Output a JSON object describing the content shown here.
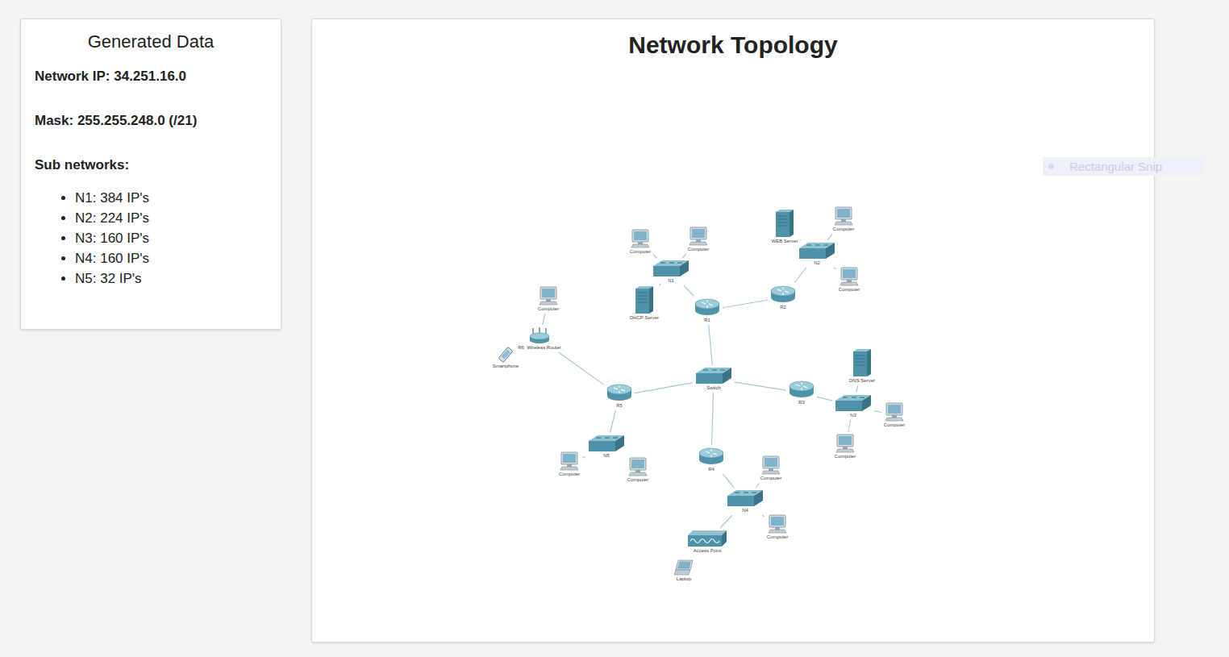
{
  "diagram": {
    "nodes": [
      {
        "text": [
          "Generated Data",
          "Network IP: 34.251.16.0",
          "Mask: 255.255.248.0 (/21)",
          "Sub networks:",
          "N1: 384 IP's",
          "N2: 224 IP's",
          "N3: 160 IP's",
          "N4: 160 IP's",
          "N5: 32 IP's"
        ]
      },
      {
        "text": [
          "Network Topology"
        ]
      },
      {
        "text": [
          "Computer"
        ],
        "in": 1
      },
      {
        "text": [
          "Computer"
        ],
        "in": 1
      },
      {
        "text": [
          "N1"
        ],
        "in": 1
      },
      {
        "text": [
          "DHCP Server"
        ],
        "in": 1
      },
      {
        "text": [
          "R1"
        ],
        "in": 1
      },
      {
        "text": [
          "WEB Server"
        ],
        "in": 1
      },
      {
        "text": [
          "Computer"
        ],
        "in": 1
      },
      {
        "text": [
          "N2"
        ],
        "in": 1
      },
      {
        "text": [
          "R2"
        ],
        "in": 1
      },
      {
        "text": [
          "Computer"
        ],
        "in": 1
      },
      {
        "text": [
          "Computer"
        ],
        "in": 1
      },
      {
        "text": [
          "R6: Wireless Router"
        ],
        "in": 1
      },
      {
        "text": [
          "Smartphone"
        ],
        "in": 1
      },
      {
        "text": [
          "Switch"
        ],
        "in": 1
      },
      {
        "text": [
          "R5"
        ],
        "in": 1
      },
      {
        "text": [
          "R3"
        ],
        "in": 1
      },
      {
        "text": [
          "DNS Server"
        ],
        "in": 1
      },
      {
        "text": [
          "N3"
        ],
        "in": 1
      },
      {
        "text": [
          "Computer"
        ],
        "in": 1
      },
      {
        "text": [
          "Computer"
        ],
        "in": 1
      },
      {
        "text": [
          "N5"
        ],
        "in": 1
      },
      {
        "text": [
          "R4"
        ],
        "in": 1
      },
      {
        "text": [
          "Computer"
        ],
        "in": 1
      },
      {
        "text": [
          "Computer"
        ],
        "in": 1
      },
      {
        "text": [
          "Computer"
        ],
        "in": 1
      },
      {
        "text": [
          "N4"
        ],
        "in": 1
      },
      {
        "text": [
          "Computer"
        ],
        "in": 1
      },
      {
        "text": [
          "Access Point"
        ],
        "in": 1
      },
      {
        "text": [
          "Laptop"
        ],
        "in": 1
      }
    ],
    "edges": [
      {
        "from": 2,
        "to": 4,
        "arrow": "none"
      },
      {
        "from": 3,
        "to": 4,
        "arrow": "none"
      },
      {
        "from": 5,
        "to": 4,
        "arrow": "none"
      },
      {
        "from": 4,
        "to": 6,
        "arrow": "none"
      },
      {
        "from": 6,
        "to": 10,
        "arrow": "none"
      },
      {
        "from": 10,
        "to": 9,
        "arrow": "none"
      },
      {
        "from": 7,
        "to": 9,
        "arrow": "none"
      },
      {
        "from": 8,
        "to": 9,
        "arrow": "none"
      },
      {
        "from": 11,
        "to": 9,
        "arrow": "none"
      },
      {
        "from": 6,
        "to": 15,
        "arrow": "none"
      },
      {
        "from": 15,
        "to": 16,
        "arrow": "none"
      },
      {
        "from": 15,
        "to": 17,
        "arrow": "none"
      },
      {
        "from": 15,
        "to": 23,
        "arrow": "none"
      },
      {
        "from": 16,
        "to": 13,
        "arrow": "none"
      },
      {
        "from": 13,
        "to": 12,
        "arrow": "none"
      },
      {
        "from": 16,
        "to": 22,
        "arrow": "none"
      },
      {
        "from": 22,
        "to": 24,
        "arrow": "none"
      },
      {
        "from": 22,
        "to": 25,
        "arrow": "none"
      },
      {
        "from": 17,
        "to": 19,
        "arrow": "none"
      },
      {
        "from": 18,
        "to": 19,
        "arrow": "none"
      },
      {
        "from": 19,
        "to": 20,
        "arrow": "none"
      },
      {
        "from": 19,
        "to": 21,
        "arrow": "none"
      },
      {
        "from": 23,
        "to": 27,
        "arrow": "none"
      },
      {
        "from": 27,
        "to": 26,
        "arrow": "none"
      },
      {
        "from": 27,
        "to": 28,
        "arrow": "none"
      },
      {
        "from": 27,
        "to": 29,
        "arrow": "none"
      }
    ],
    "labels": [
      "Rectangular Snip"
    ]
  }
}
